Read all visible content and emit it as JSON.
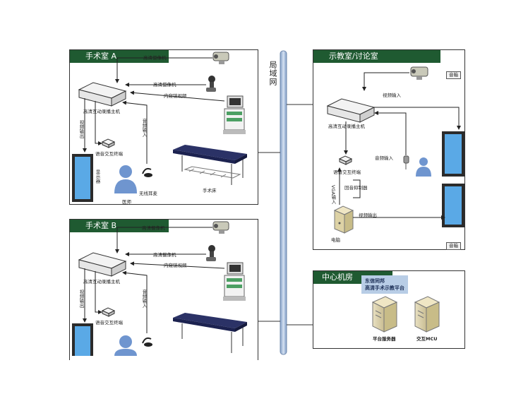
{
  "network_label": "局域网",
  "rooms": {
    "a": {
      "title": "手术室 A",
      "labels": {
        "cam_hd_1": "高清摄像机",
        "cam_hd_2": "高清摄像机",
        "endoscope": "内窥镜视频",
        "recorder": "高清互动录播主机",
        "video_out": "视频输出",
        "audio_in": "音频输入",
        "terminal": "语音交互终端",
        "wireless_mic": "无线耳麦",
        "doctor": "医师",
        "table": "手术床",
        "display": "显示器"
      }
    },
    "b": {
      "title": "手术室 B",
      "labels": {
        "cam_hd_1": "高清摄像机",
        "cam_hd_2": "高清摄像机",
        "endoscope": "内窥镜视频",
        "recorder": "高清互动录播主机",
        "video_out": "视频输出",
        "audio_in": "音频输入",
        "terminal": "语音交互终端"
      }
    },
    "demo": {
      "title": "示教室/讨论室",
      "labels": {
        "recorder": "高清互动录播主机",
        "video_in": "视频输入",
        "audio_in": "音频输入",
        "terminal": "语音交互终端",
        "echo": "回音抑制器",
        "vga_in": "VGA输入",
        "video_out": "视频输出",
        "pc": "电脑",
        "speaker_top": "音箱",
        "speaker_bottom": "音箱"
      }
    },
    "center": {
      "title": "中心机房",
      "platform_line1": "东信同邦",
      "platform_line2": "高清手术示教平台",
      "server1": "平台服务器",
      "server2": "交互MCU"
    }
  },
  "colors": {
    "title_bg": "#1f5a31",
    "backbone": "#a9bfdc",
    "screen": "#5aa9e6",
    "bed": "#2b3266",
    "person": "#6f95cf"
  }
}
